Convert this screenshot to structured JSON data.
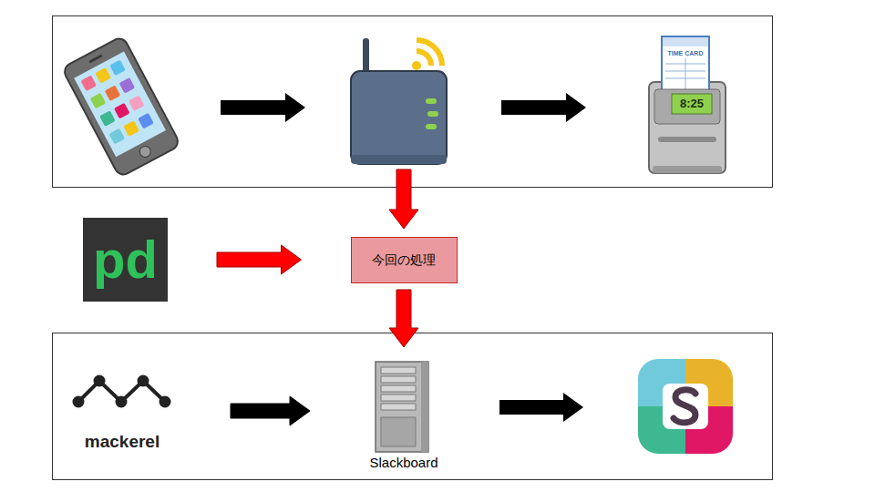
{
  "diagram": {
    "nodes": [
      {
        "text": [
          "pd"
        ]
      },
      {
        "text": [
          "今回の処理"
        ]
      },
      {
        "text": [
          "mackerel"
        ]
      },
      {
        "text": [
          "Slackboard"
        ]
      }
    ],
    "edges": [
      {
        "from": 0,
        "to": 1,
        "arrow": "to"
      },
      {
        "from": 2,
        "to": 3,
        "arrow": "to"
      }
    ],
    "labels": [
      "TIME CARD",
      "8:25"
    ]
  }
}
